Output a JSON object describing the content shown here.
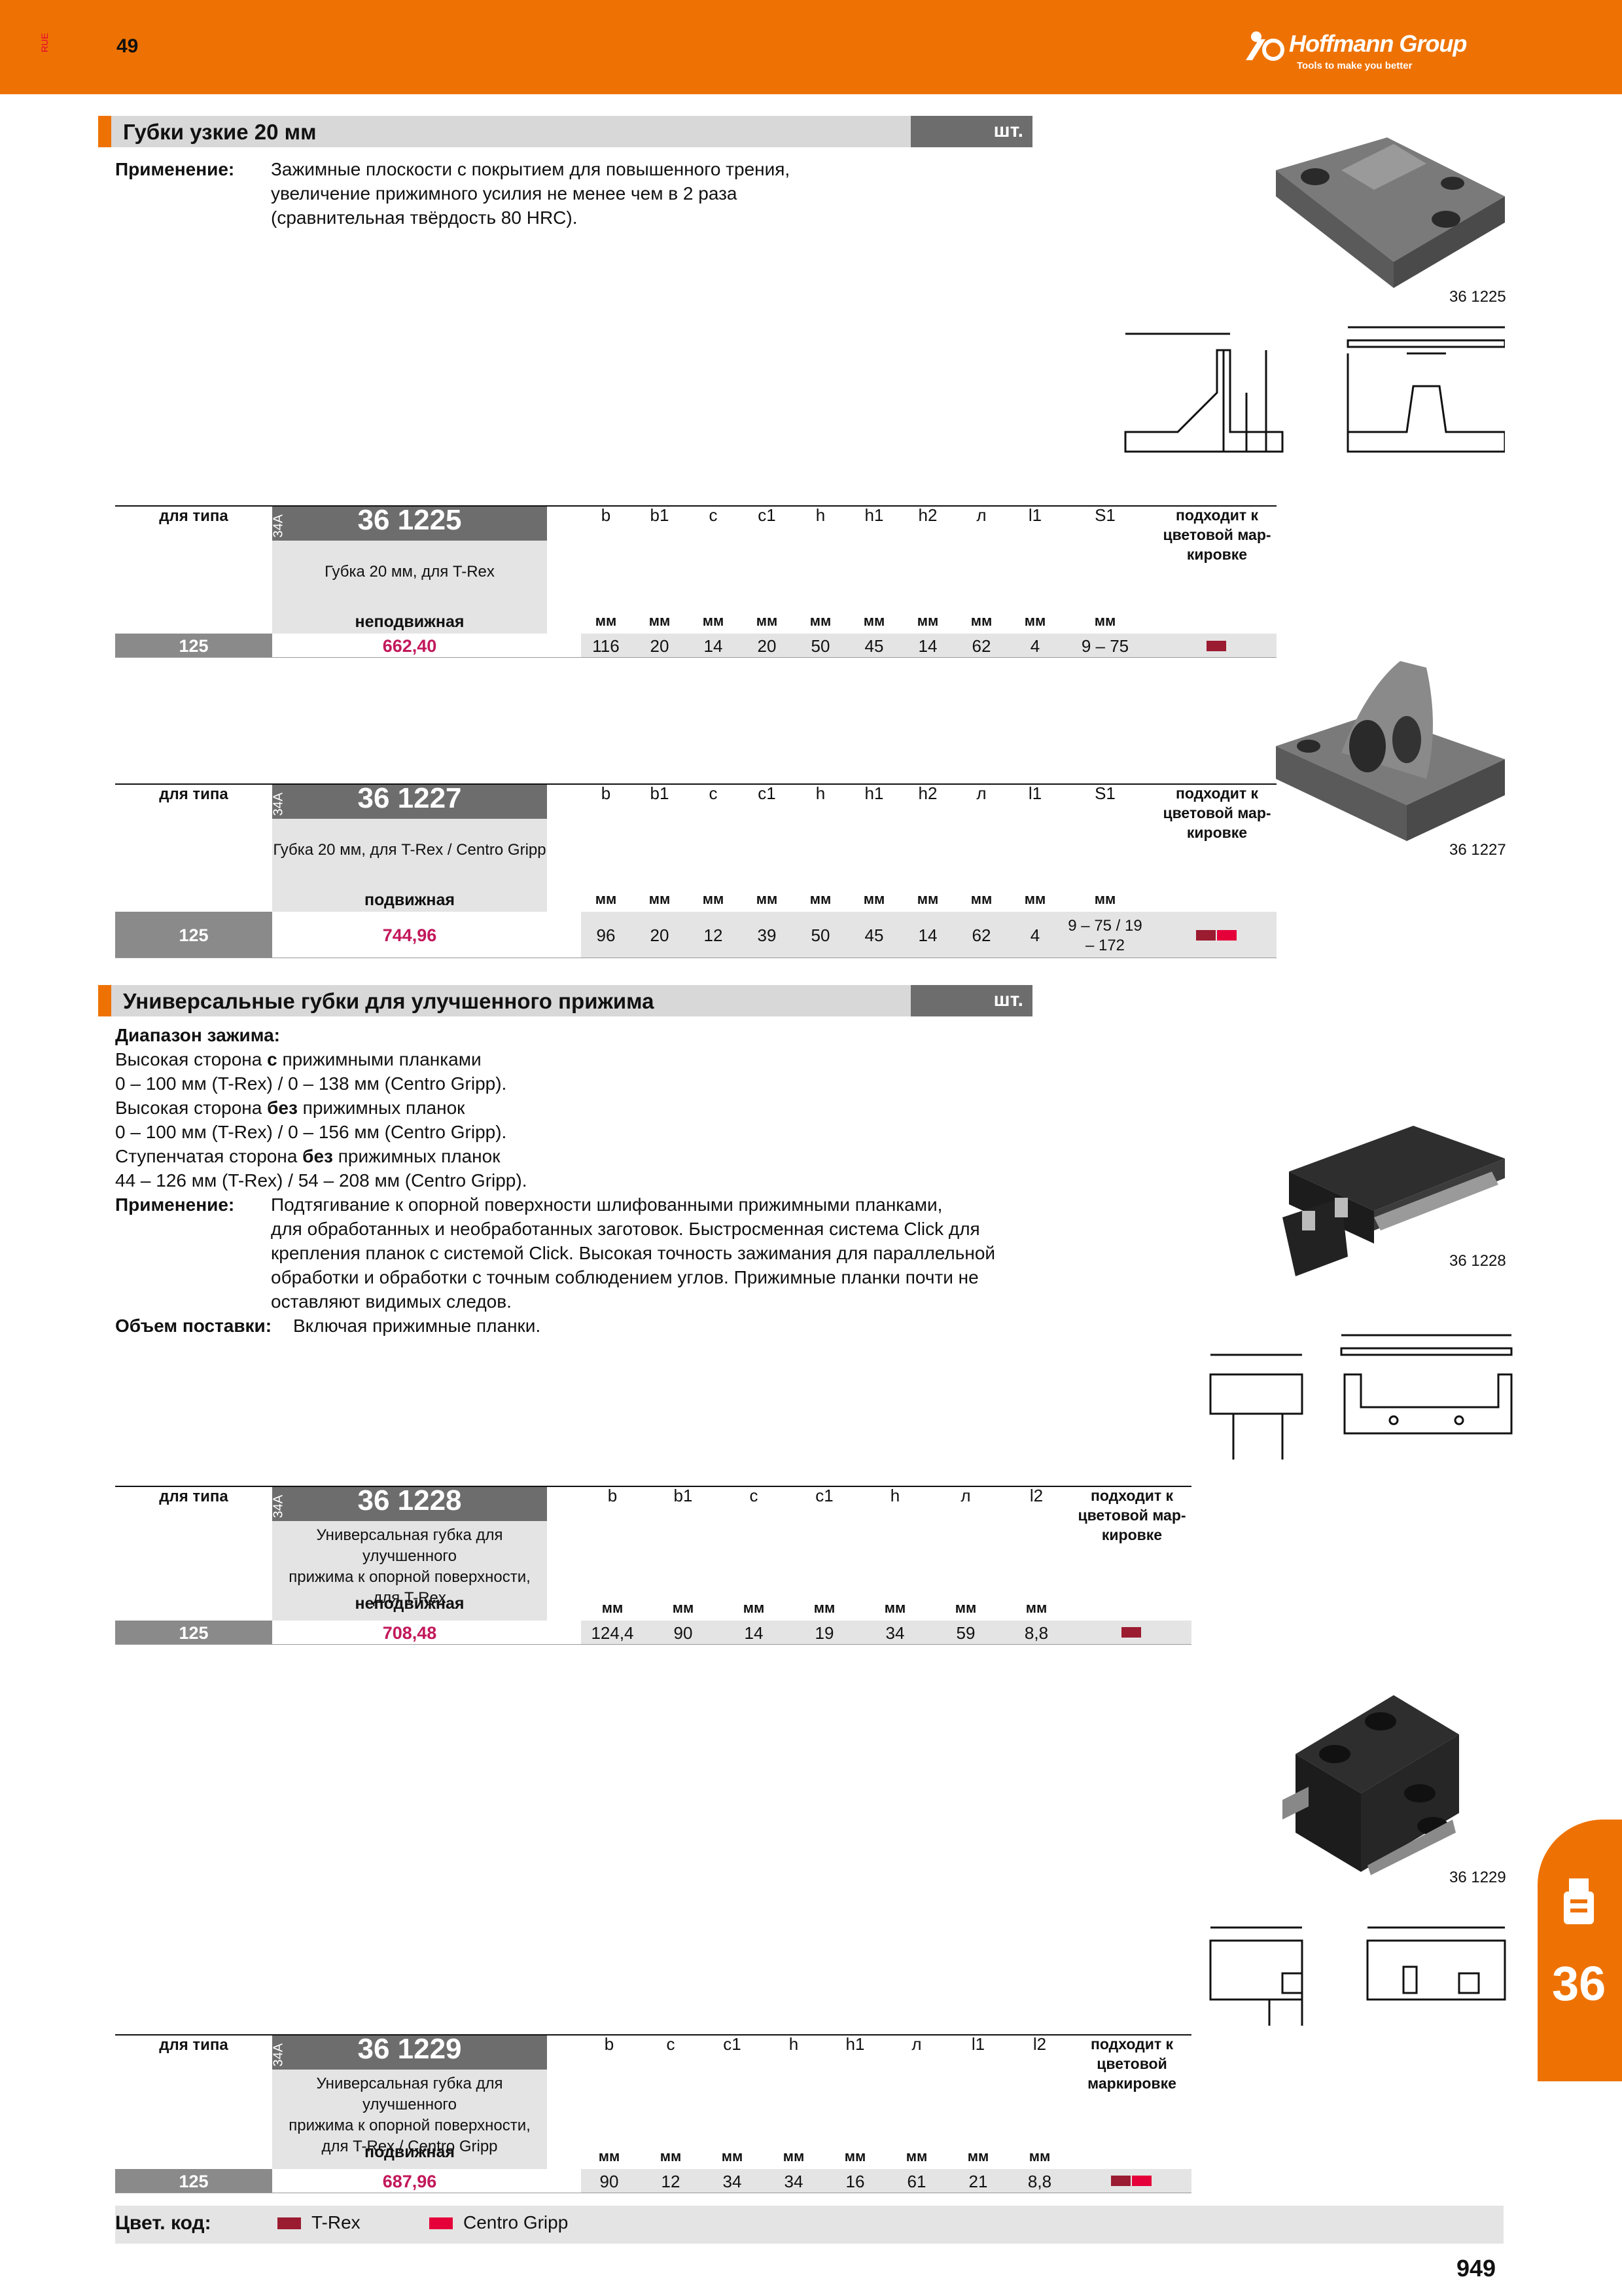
{
  "header": {
    "page_code": "49",
    "lang": "RUE",
    "logo_name": "Hoffmann Group",
    "logo_tag": "Tools to make you better",
    "bg": "#ee7203"
  },
  "section1": {
    "title": "Губки узкие 20 мм",
    "unit": "шт.",
    "app_label": "Применение:",
    "app_lines": [
      "Зажимные плоскости с покрытием для повышенного трения,",
      "увеличение прижимного усилия не менее чем в 2 раза",
      "(сравнительная твёрдость 80 HRC)."
    ],
    "img_caption": "36 1225"
  },
  "section2": {
    "title": "Универсальные губки для улучшенного прижима",
    "unit": "шт.",
    "range_label": "Диапазон зажима:",
    "range_lines": [
      [
        "Высокая сторона ",
        "с",
        " прижимными планками"
      ],
      [
        "0 – 100 мм (T-Rex) / 0 – 138 мм (Centro Gripp).",
        "",
        ""
      ],
      [
        "Высокая сторона ",
        "без",
        " прижимных планок"
      ],
      [
        "0 – 100 мм (T-Rex) / 0 – 156 мм (Centro Gripp).",
        "",
        ""
      ],
      [
        "Ступенчатая сторона ",
        "без",
        " прижимных планок"
      ],
      [
        "44 – 126 мм (T-Rex) / 54 – 208 мм (Centro Gripp).",
        "",
        ""
      ]
    ],
    "app_label": "Применение:",
    "app_lines": [
      "Подтягивание к опорной поверхности шлифованными прижимными планками,",
      "для обработанных и необработанных заготовок. Быстросменная система Click для",
      "крепления планок с системой Click. Высокая точность зажимания для параллельной",
      "обработки и обработки с точным соблюдением углов. Прижимные планки почти не",
      "оставляют видимых следов."
    ],
    "scope_label": "Объем поставки:",
    "scope_text": "Включая прижимные планки."
  },
  "captions": {
    "c1227": "36 1227",
    "c1228": "36 1228",
    "c1229": "36 1229"
  },
  "tables": [
    {
      "for_type": "для типа",
      "side": "34A",
      "article": "36 1225",
      "desc": [
        "Губка 20 мм, для T-Rex"
      ],
      "mobility": "неподвижная",
      "cols": [
        "b",
        "b1",
        "c",
        "c1",
        "h",
        "h1",
        "h2",
        "л",
        "l1",
        "S1"
      ],
      "units": [
        "мм",
        "мм",
        "мм",
        "мм",
        "мм",
        "мм",
        "мм",
        "мм",
        "мм",
        "мм"
      ],
      "color_head": [
        "подходит к",
        "цветовой мар-",
        "кировке"
      ],
      "qty": "125",
      "price": "662,40",
      "values": [
        "116",
        "20",
        "14",
        "20",
        "50",
        "45",
        "14",
        "62",
        "4",
        "9 – 75"
      ],
      "swatches": [
        "#9b1b30"
      ]
    },
    {
      "for_type": "для типа",
      "side": "34A",
      "article": "36 1227",
      "desc": [
        "Губка 20 мм, для T-Rex / Centro Gripp"
      ],
      "mobility": "подвижная",
      "cols": [
        "b",
        "b1",
        "c",
        "c1",
        "h",
        "h1",
        "h2",
        "л",
        "l1",
        "S1"
      ],
      "units": [
        "мм",
        "мм",
        "мм",
        "мм",
        "мм",
        "мм",
        "мм",
        "мм",
        "мм",
        "мм"
      ],
      "color_head": [
        "подходит к",
        "цветовой мар-",
        "кировке"
      ],
      "qty": "125",
      "price": "744,96",
      "values": [
        "96",
        "20",
        "12",
        "39",
        "50",
        "45",
        "14",
        "62",
        "4",
        "9 – 75 / 19 – 172"
      ],
      "swatches": [
        "#9b1b30",
        "#e5003a"
      ]
    },
    {
      "for_type": "для типа",
      "side": "34A",
      "article": "36 1228",
      "desc": [
        "Универсальная губка для улучшенного",
        "прижима к опорной поверхности,",
        "для T-Rex"
      ],
      "mobility": "неподвижная",
      "cols": [
        "b",
        "b1",
        "c",
        "c1",
        "h",
        "л",
        "l2"
      ],
      "units": [
        "мм",
        "мм",
        "мм",
        "мм",
        "мм",
        "мм",
        "мм"
      ],
      "color_head": [
        "подходит к",
        "цветовой мар-",
        "кировке"
      ],
      "qty": "125",
      "price": "708,48",
      "values": [
        "124,4",
        "90",
        "14",
        "19",
        "34",
        "59",
        "8,8"
      ],
      "swatches": [
        "#9b1b30"
      ]
    },
    {
      "for_type": "для типа",
      "side": "34A",
      "article": "36 1229",
      "desc": [
        "Универсальная губка для улучшенного",
        "прижима к опорной поверхности,",
        "для T-Rex / Centro Gripp"
      ],
      "mobility": "подвижная",
      "cols": [
        "b",
        "c",
        "c1",
        "h",
        "h1",
        "л",
        "l1",
        "l2"
      ],
      "units": [
        "мм",
        "мм",
        "мм",
        "мм",
        "мм",
        "мм",
        "мм",
        "мм"
      ],
      "color_head": [
        "подходит к",
        "цветовой",
        "маркировке"
      ],
      "qty": "125",
      "price": "687,96",
      "values": [
        "90",
        "12",
        "34",
        "34",
        "16",
        "61",
        "21",
        "8,8"
      ],
      "swatches": [
        "#9b1b30",
        "#e5003a"
      ]
    }
  ],
  "footer": {
    "code_label": "Цвет. код:",
    "legend": [
      {
        "name": "T-Rex",
        "color": "#9b1b30"
      },
      {
        "name": "Centro Gripp",
        "color": "#e5003a"
      }
    ],
    "page_no": "949",
    "tab_no": "36"
  }
}
